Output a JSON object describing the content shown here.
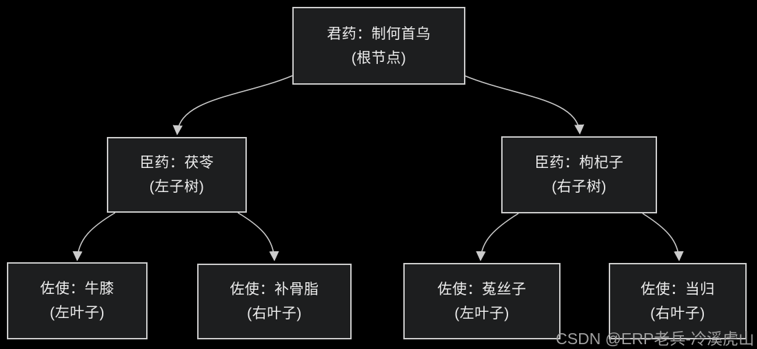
{
  "diagram": {
    "type": "binary-tree",
    "nodes": [
      {
        "id": "root",
        "role": "君药",
        "line1": "君药：制何首乌",
        "line2": "(根节点)"
      },
      {
        "id": "left-child",
        "role": "臣药",
        "line1": "臣药：茯苓",
        "line2": "(左子树)"
      },
      {
        "id": "right-child",
        "role": "臣药",
        "line1": "臣药：枸杞子",
        "line2": "(右子树)"
      },
      {
        "id": "leaf-1",
        "role": "佐使",
        "line1": "佐使：牛膝",
        "line2": "(左叶子)"
      },
      {
        "id": "leaf-2",
        "role": "佐使",
        "line1": "佐使：补骨脂",
        "line2": "(右叶子)"
      },
      {
        "id": "leaf-3",
        "role": "佐使",
        "line1": "佐使：菟丝子",
        "line2": "(左叶子)"
      },
      {
        "id": "leaf-4",
        "role": "佐使",
        "line1": "佐使：当归",
        "line2": "(右叶子)"
      }
    ],
    "edges": [
      {
        "from": "root",
        "to": "left-child"
      },
      {
        "from": "root",
        "to": "right-child"
      },
      {
        "from": "left-child",
        "to": "leaf-1"
      },
      {
        "from": "left-child",
        "to": "leaf-2"
      },
      {
        "from": "right-child",
        "to": "leaf-3"
      },
      {
        "from": "right-child",
        "to": "leaf-4"
      }
    ],
    "colors": {
      "background": "#000000",
      "node_fill": "#1d1e1f",
      "node_border": "#cfcfcf",
      "node_text": "#ededed",
      "edge_stroke": "#cccccc",
      "watermark_text": "#a0a0a0"
    }
  },
  "watermark": {
    "text": "CSDN @ERP老兵-冷溪虎山"
  }
}
